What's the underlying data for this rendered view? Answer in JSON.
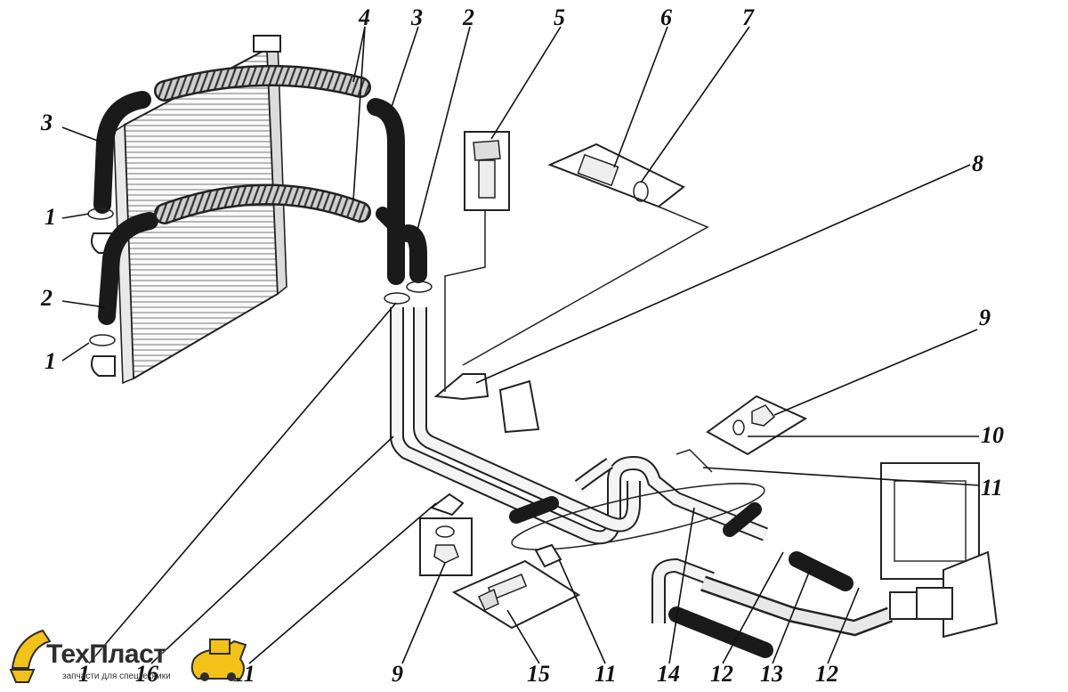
{
  "diagram": {
    "callouts": {
      "c1a": "1",
      "c1b": "1",
      "c1c": "1",
      "c2a": "2",
      "c2b": "2",
      "c3a": "3",
      "c3b": "3",
      "c4": "4",
      "c5": "5",
      "c6": "6",
      "c7": "7",
      "c8": "8",
      "c9a": "9",
      "c9b": "9",
      "c10": "10",
      "c11a": "11",
      "c11b": "11",
      "c11c": "11",
      "c12a": "12",
      "c12b": "12",
      "c13": "13",
      "c14": "14",
      "c15": "15",
      "c16": "16"
    }
  },
  "logo": {
    "name": "ТехПласт",
    "tagline": "запчасти для спецтехники",
    "brand_color": "#f2c21b"
  }
}
